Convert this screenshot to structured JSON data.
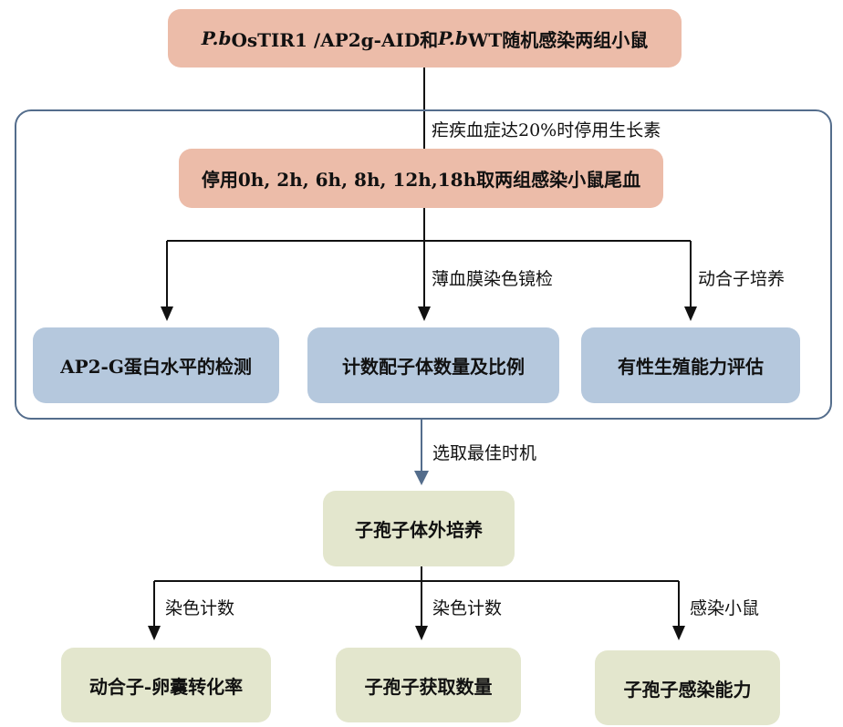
{
  "top_box": {
    "part1": "P.b",
    "part2": "OsTIR1 /AP2g-AID和",
    "part3": "P.b",
    "part4": "WT随机感染两组小鼠"
  },
  "label_parasitemia": "疟疾血症达20%时停用生长素",
  "sampling_box": "停用0h, 2h, 6h, 8h, 12h,18h取两组感染小鼠尾血",
  "label_smear": "薄血膜染色镜检",
  "label_gamete_culture": "动合子培养",
  "analysis_boxes": [
    "AP2-G蛋白水平的检测",
    "计数配子体数量及比例",
    "有性生殖能力评估"
  ],
  "label_select_time": "选取最佳时机",
  "culture_box": "子孢子体外培养",
  "bottom_labels": [
    "染色计数",
    "染色计数",
    "感染小鼠"
  ],
  "bottom_boxes": [
    "动合子-卵囊转化率",
    "子孢子获取数量",
    "子孢子感染能力"
  ],
  "colors": {
    "pink": "#ecbca9",
    "blue": "#b5c8dd",
    "beige": "#e3e6cd",
    "frame": "#546d8c",
    "arrow_black": "#111111",
    "arrow_blue": "#546d8c"
  }
}
